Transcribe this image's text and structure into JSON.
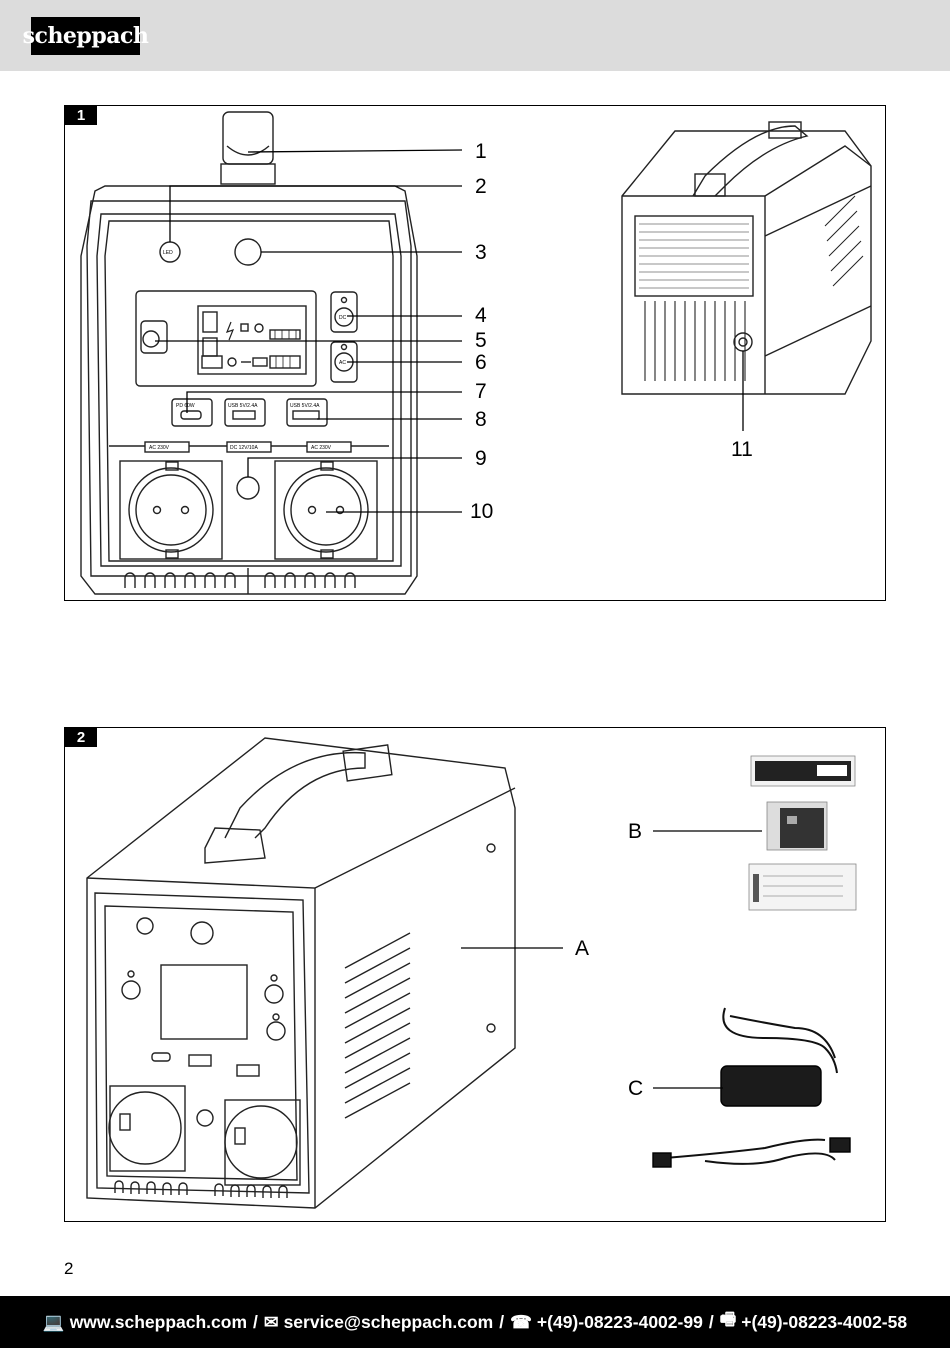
{
  "header": {
    "logo_text": "scheppach"
  },
  "figure1": {
    "number": "1",
    "callouts": [
      "1",
      "2",
      "3",
      "4",
      "5",
      "6",
      "7",
      "8",
      "9",
      "10",
      "11"
    ],
    "panel_labels": {
      "led": "LED",
      "dc": "DC",
      "ac": "AC",
      "pd": "PD 60W",
      "usb_left": "USB 5V/2.4A",
      "usb_right": "USB 5V/2.4A",
      "ac_left": "AC 230V",
      "dc_mid": "DC 12V/10A",
      "ac_right": "AC 230V"
    }
  },
  "figure2": {
    "number": "2",
    "callouts": {
      "a": "A",
      "b": "B",
      "c": "C"
    }
  },
  "page_number": "2",
  "footer": {
    "website_icon": "computer-icon",
    "website": "www.scheppach.com",
    "email_icon": "mail-icon",
    "email": "service@scheppach.com",
    "phone_icon": "telephone-icon",
    "phone": "+(49)-08223-4002-99",
    "fax_icon": "fax-icon",
    "fax": "+(49)-08223-4002-58",
    "separator": "/"
  }
}
